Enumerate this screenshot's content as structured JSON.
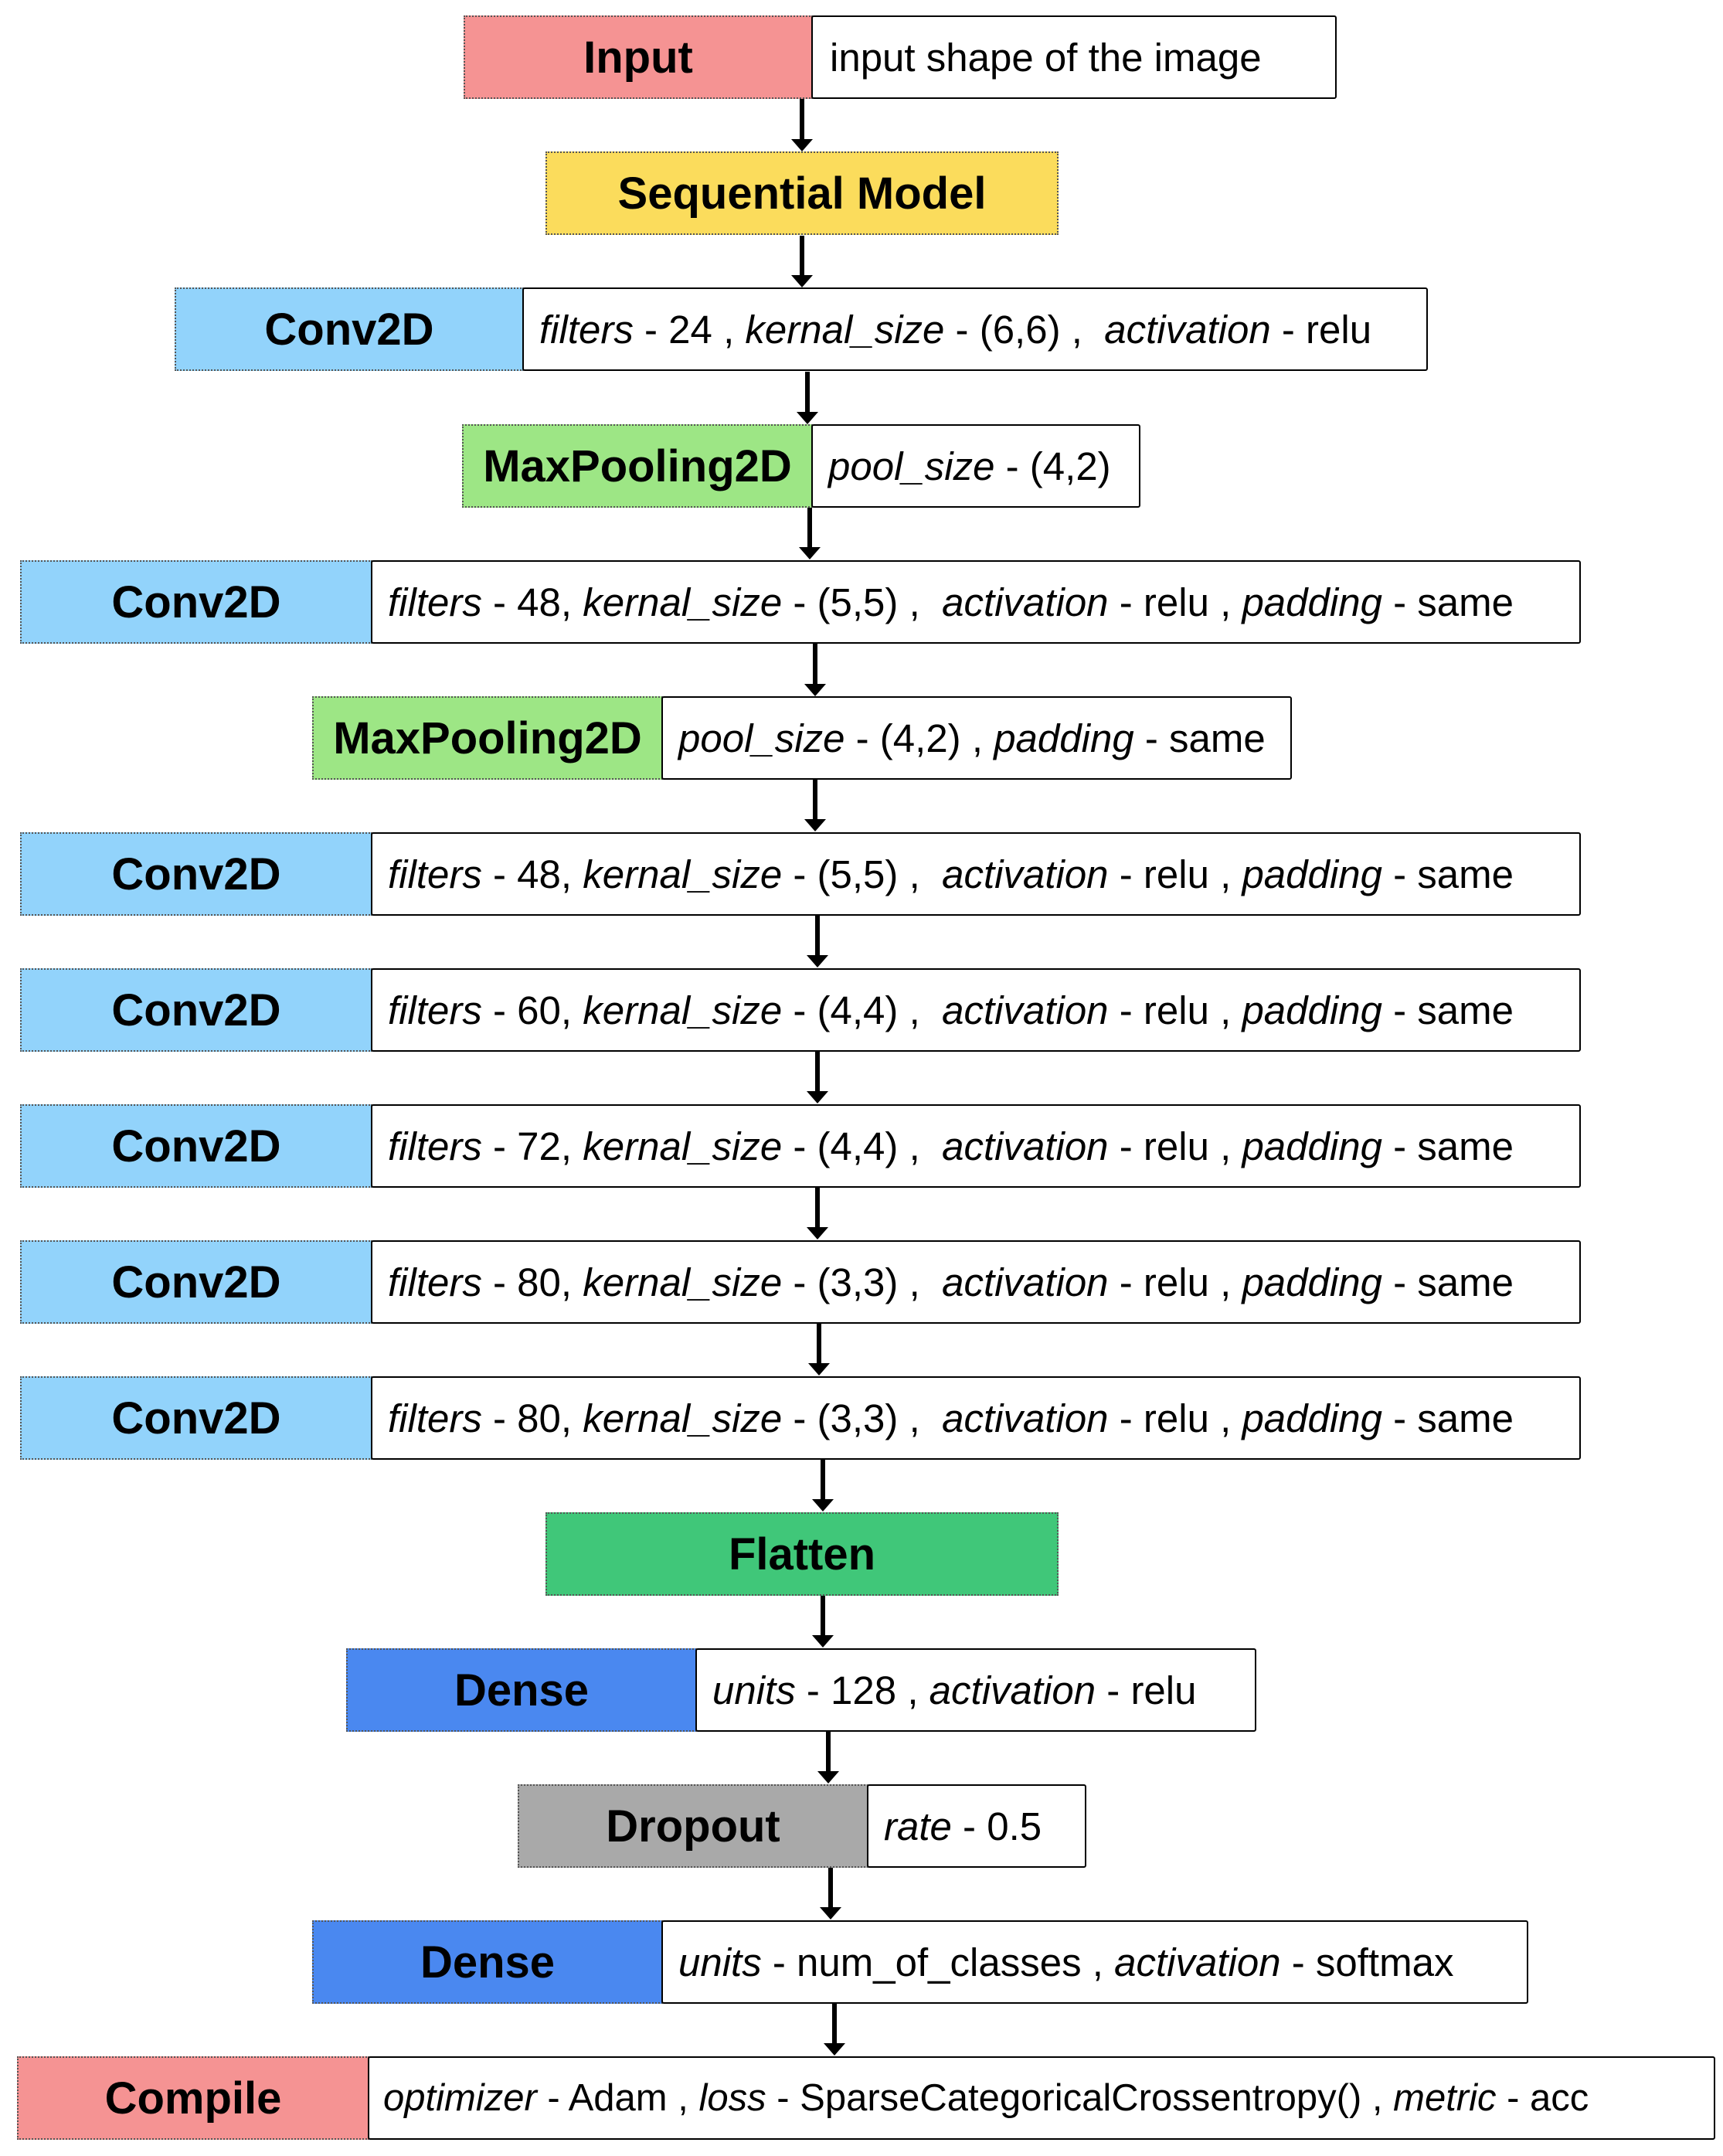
{
  "nodes": [
    {
      "name": "input",
      "label": "Input",
      "params": [
        {
          "k": "",
          "v": "input shape of the image"
        }
      ]
    },
    {
      "name": "sequential",
      "label": "Sequential Model",
      "params": []
    },
    {
      "name": "conv2d-1",
      "label": "Conv2D",
      "params": [
        {
          "k": "filters",
          "v": " - 24 , "
        },
        {
          "k": "kernal_size",
          "v": " - (6,6) ,  "
        },
        {
          "k": "activation",
          "v": " - relu"
        }
      ]
    },
    {
      "name": "maxpool-1",
      "label": "MaxPooling2D",
      "params": [
        {
          "k": "pool_size",
          "v": " - (4,2)"
        }
      ]
    },
    {
      "name": "conv2d-2",
      "label": "Conv2D",
      "params": [
        {
          "k": "filters",
          "v": " - 48, "
        },
        {
          "k": "kernal_size",
          "v": " - (5,5) ,  "
        },
        {
          "k": "activation",
          "v": " - relu , "
        },
        {
          "k": "padding",
          "v": " - same"
        }
      ]
    },
    {
      "name": "maxpool-2",
      "label": "MaxPooling2D",
      "params": [
        {
          "k": "pool_size",
          "v": " - (4,2) , "
        },
        {
          "k": "padding",
          "v": " - same"
        }
      ]
    },
    {
      "name": "conv2d-3",
      "label": "Conv2D",
      "params": [
        {
          "k": "filters",
          "v": " - 48, "
        },
        {
          "k": "kernal_size",
          "v": " - (5,5) ,  "
        },
        {
          "k": "activation",
          "v": " - relu , "
        },
        {
          "k": "padding",
          "v": " - same"
        }
      ]
    },
    {
      "name": "conv2d-4",
      "label": "Conv2D",
      "params": [
        {
          "k": "filters",
          "v": " - 60, "
        },
        {
          "k": "kernal_size",
          "v": " - (4,4) ,  "
        },
        {
          "k": "activation",
          "v": " - relu , "
        },
        {
          "k": "padding",
          "v": " - same"
        }
      ]
    },
    {
      "name": "conv2d-5",
      "label": "Conv2D",
      "params": [
        {
          "k": "filters",
          "v": " - 72, "
        },
        {
          "k": "kernal_size",
          "v": " - (4,4) ,  "
        },
        {
          "k": "activation",
          "v": " - relu , "
        },
        {
          "k": "padding",
          "v": " - same"
        }
      ]
    },
    {
      "name": "conv2d-6",
      "label": "Conv2D",
      "params": [
        {
          "k": "filters",
          "v": " - 80, "
        },
        {
          "k": "kernal_size",
          "v": " - (3,3) ,  "
        },
        {
          "k": "activation",
          "v": " - relu , "
        },
        {
          "k": "padding",
          "v": " - same"
        }
      ]
    },
    {
      "name": "conv2d-7",
      "label": "Conv2D",
      "params": [
        {
          "k": "filters",
          "v": " - 80, "
        },
        {
          "k": "kernal_size",
          "v": " - (3,3) ,  "
        },
        {
          "k": "activation",
          "v": " - relu , "
        },
        {
          "k": "padding",
          "v": " - same"
        }
      ]
    },
    {
      "name": "flatten",
      "label": "Flatten",
      "params": []
    },
    {
      "name": "dense-1",
      "label": "Dense",
      "params": [
        {
          "k": "units",
          "v": " - 128 , "
        },
        {
          "k": "activation",
          "v": " - relu"
        }
      ]
    },
    {
      "name": "dropout",
      "label": "Dropout",
      "params": [
        {
          "k": "rate",
          "v": " - 0.5"
        }
      ]
    },
    {
      "name": "dense-2",
      "label": "Dense",
      "params": [
        {
          "k": "units",
          "v": " - num_of_classes , "
        },
        {
          "k": "activation",
          "v": " - softmax"
        }
      ]
    },
    {
      "name": "compile",
      "label": "Compile",
      "params": [
        {
          "k": "optimizer",
          "v": " - Adam , "
        },
        {
          "k": "loss",
          "v": " - SparseCategoricalCrossentropy() , "
        },
        {
          "k": "metric",
          "v": " - acc"
        }
      ]
    }
  ],
  "colors": {
    "input": "#f59393",
    "sequential": "#fbdc5c",
    "conv2d": "#92d3fb",
    "maxpool": "#9de685",
    "flatten": "#40c779",
    "dense": "#4a88f0",
    "dropout": "#a9a9a9",
    "compile": "#f59393"
  }
}
